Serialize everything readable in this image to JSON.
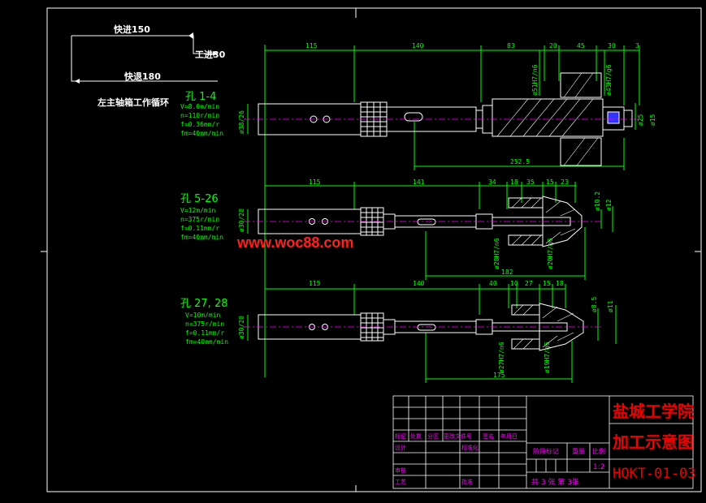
{
  "cycle": {
    "fast_in": "快进150",
    "work_in": "工进30",
    "fast_out": "快退180",
    "caption": "左主轴箱工作循环"
  },
  "holes": [
    {
      "title": "孔 1-4",
      "params": [
        "V=8.6m/min",
        "n=110r/min",
        "f=0.36mm/r",
        "fm=40mm/min"
      ],
      "dims_top": [
        "115",
        "140",
        "83",
        "20",
        "45",
        "30",
        "3"
      ],
      "dia_left": "ø38/26",
      "fits": [
        "ø51H7/n6",
        "ø43H7/g6"
      ],
      "dia_right": [
        "ø25",
        "ø15"
      ],
      "bottom": "252.5"
    },
    {
      "title": "孔 5-26",
      "params": [
        "V=12m/min",
        "n=375r/min",
        "f=0.11mm/r",
        "fm=40mm/min"
      ],
      "dims_top": [
        "115",
        "141",
        "34",
        "18",
        "35",
        "15",
        "23"
      ],
      "dia_left": "ø30/20",
      "fits": [
        "ø28H7/n6",
        "ø20H7/g6"
      ],
      "dia_right": [
        "ø10.2",
        "ø12"
      ],
      "bottom": "182"
    },
    {
      "title": "孔 27, 28",
      "params": [
        "V=10m/min",
        "n=375r/min",
        "f=0.11mm/r",
        "fm=40mm/min"
      ],
      "dims_top": [
        "115",
        "140",
        "40",
        "10",
        "27",
        "15",
        "18"
      ],
      "dia_left": "ø30/20",
      "fits": [
        "ø27H7/n6",
        "ø19H7/g6"
      ],
      "dia_right": [
        "ø8.5",
        "ø11"
      ],
      "bottom": "175"
    }
  ],
  "watermark": "www.woc88.com",
  "titleblock": {
    "school": "盐城工学院",
    "drawing_title": "加工示意图",
    "code": "HQKT-01-03",
    "headers": [
      "标记",
      "处数",
      "分区",
      "更改文件号",
      "签名",
      "年月日"
    ],
    "row_design": "设计",
    "row_std": "标准化",
    "row_review": "审核",
    "row_process": "工艺",
    "row_approve": "批准",
    "stage_mark": "阶段标记",
    "weight": "重量",
    "scale_label": "比例",
    "scale_value": "1:2",
    "sheets": "共 3 张  第 3张"
  },
  "colors": {
    "frame": "#ffffff",
    "part": "#ffffff",
    "dim": "#00ff00",
    "title": "#ff0000",
    "accent": "#ff00ff"
  }
}
